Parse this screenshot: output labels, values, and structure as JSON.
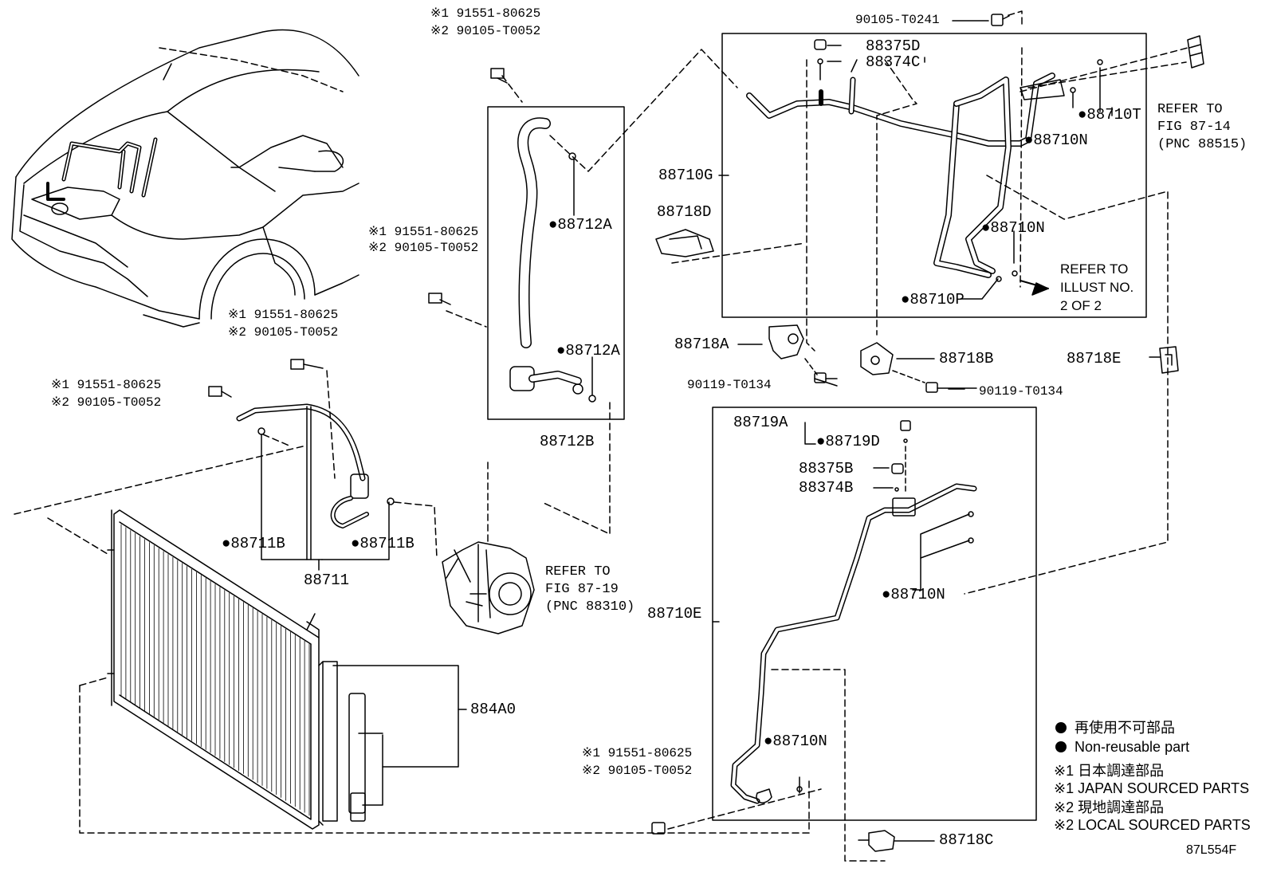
{
  "labels": {
    "l_886": "※1 91551-80625",
    "l_887": "※2 90105-T0052",
    "l_7241": "90105-T0241",
    "l_375d": "88375D",
    "l_374c": "88374C",
    "l_710t": "●88710T",
    "l_710n1": "●88710N",
    "l_ref1a": "REFER TO",
    "l_ref1b": "FIG 87-14",
    "l_ref1c": "(PNC 88515)",
    "l_710g": "88710G",
    "l_718d": "88718D",
    "l_712a1": "●88712A",
    "l_sc1a": "※1 91551-80625",
    "l_sc1b": "※2 90105-T0052",
    "l_710n2": "●88710N",
    "l_ill1": "REFER TO",
    "l_ill2": "ILLUST NO.",
    "l_ill3": "2 OF 2",
    "l_710p": "●88710P",
    "l_sc2a": "※1 91551-80625",
    "l_sc2b": "※2 90105-T0052",
    "l_718a": "88718A",
    "l_712a2": "●88712A",
    "l_718b": "88718B",
    "l_718e": "88718E",
    "l_134a": "90119-T0134",
    "l_134b": "90119-T0134",
    "l_sc3a": "※1 91551-80625",
    "l_sc3b": "※2 90105-T0052",
    "l_712b": "88712B",
    "l_719a": "88719A",
    "l_719d": "●88719D",
    "l_375b": "88375B",
    "l_374b": "88374B",
    "l_711b1": "●88711B",
    "l_711b2": "●88711B",
    "l_711": "88711",
    "l_ref2a": "REFER TO",
    "l_ref2b": "FIG 87-19",
    "l_ref2c": "(PNC 88310)",
    "l_710n3": "●88710N",
    "l_710e": "88710E",
    "l_84a0": "884A0",
    "l_710n4": "●88710N",
    "l_sc4a": "※1 91551-80625",
    "l_sc4b": "※2 90105-T0052",
    "l_718c": "88718C",
    "code": "87L554F"
  },
  "legend": {
    "jp_nonreuse": "再使用不可部品",
    "en_nonreuse": "Non-reusable part",
    "jp_japan": "※1 日本調達部品",
    "en_japan": "※1 JAPAN SOURCED PARTS",
    "jp_local": "※2 現地調達部品",
    "en_local": "※2 LOCAL SOURCED PARTS"
  }
}
